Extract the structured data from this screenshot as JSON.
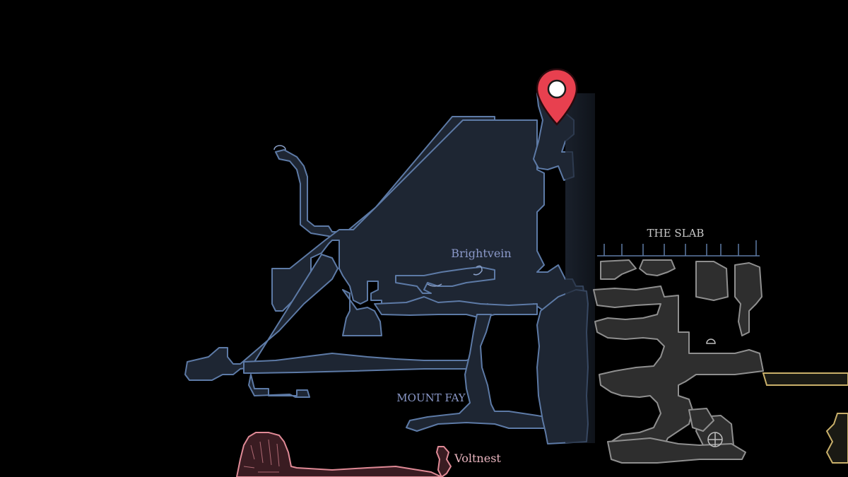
{
  "labels": {
    "brightvein": "Brightvein",
    "mount_fay": "MOUNT FAY",
    "the_slab": "THE SLAB",
    "voltnest": "Voltnest"
  },
  "marker": {
    "icon": "location-pin-icon",
    "color": "#e8404f"
  },
  "colors": {
    "background": "#000000",
    "mount_fay_fill": "#1e2633",
    "mount_fay_outline": "#5d7aa6",
    "slab_fill": "#2e2e2e",
    "slab_outline": "#8f8f8f",
    "voltnest_outline": "#e08a96",
    "east_outline": "#c9b06a"
  }
}
